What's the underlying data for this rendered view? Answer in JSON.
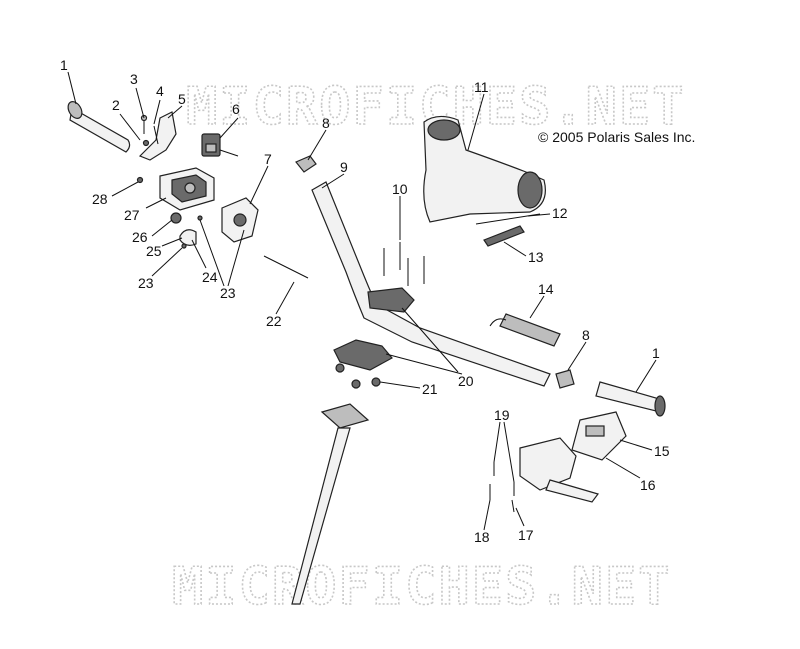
{
  "watermark": "MICROFICHES.NET",
  "copyright": "© 2005 Polaris Sales Inc.",
  "callouts": [
    {
      "id": "c1a",
      "label": "1"
    },
    {
      "id": "c2",
      "label": "2"
    },
    {
      "id": "c3",
      "label": "3"
    },
    {
      "id": "c4",
      "label": "4"
    },
    {
      "id": "c5",
      "label": "5"
    },
    {
      "id": "c6",
      "label": "6"
    },
    {
      "id": "c7",
      "label": "7"
    },
    {
      "id": "c8a",
      "label": "8"
    },
    {
      "id": "c9",
      "label": "9"
    },
    {
      "id": "c10",
      "label": "10"
    },
    {
      "id": "c11",
      "label": "11"
    },
    {
      "id": "c12",
      "label": "12"
    },
    {
      "id": "c13",
      "label": "13"
    },
    {
      "id": "c14",
      "label": "14"
    },
    {
      "id": "c8b",
      "label": "8"
    },
    {
      "id": "c1b",
      "label": "1"
    },
    {
      "id": "c15",
      "label": "15"
    },
    {
      "id": "c16",
      "label": "16"
    },
    {
      "id": "c17",
      "label": "17"
    },
    {
      "id": "c18",
      "label": "18"
    },
    {
      "id": "c19",
      "label": "19"
    },
    {
      "id": "c20",
      "label": "20"
    },
    {
      "id": "c21",
      "label": "21"
    },
    {
      "id": "c22",
      "label": "22"
    },
    {
      "id": "c23a",
      "label": "23"
    },
    {
      "id": "c23b",
      "label": "23"
    },
    {
      "id": "c24",
      "label": "24"
    },
    {
      "id": "c25",
      "label": "25"
    },
    {
      "id": "c26",
      "label": "26"
    },
    {
      "id": "c27",
      "label": "27"
    },
    {
      "id": "c28",
      "label": "28"
    }
  ]
}
